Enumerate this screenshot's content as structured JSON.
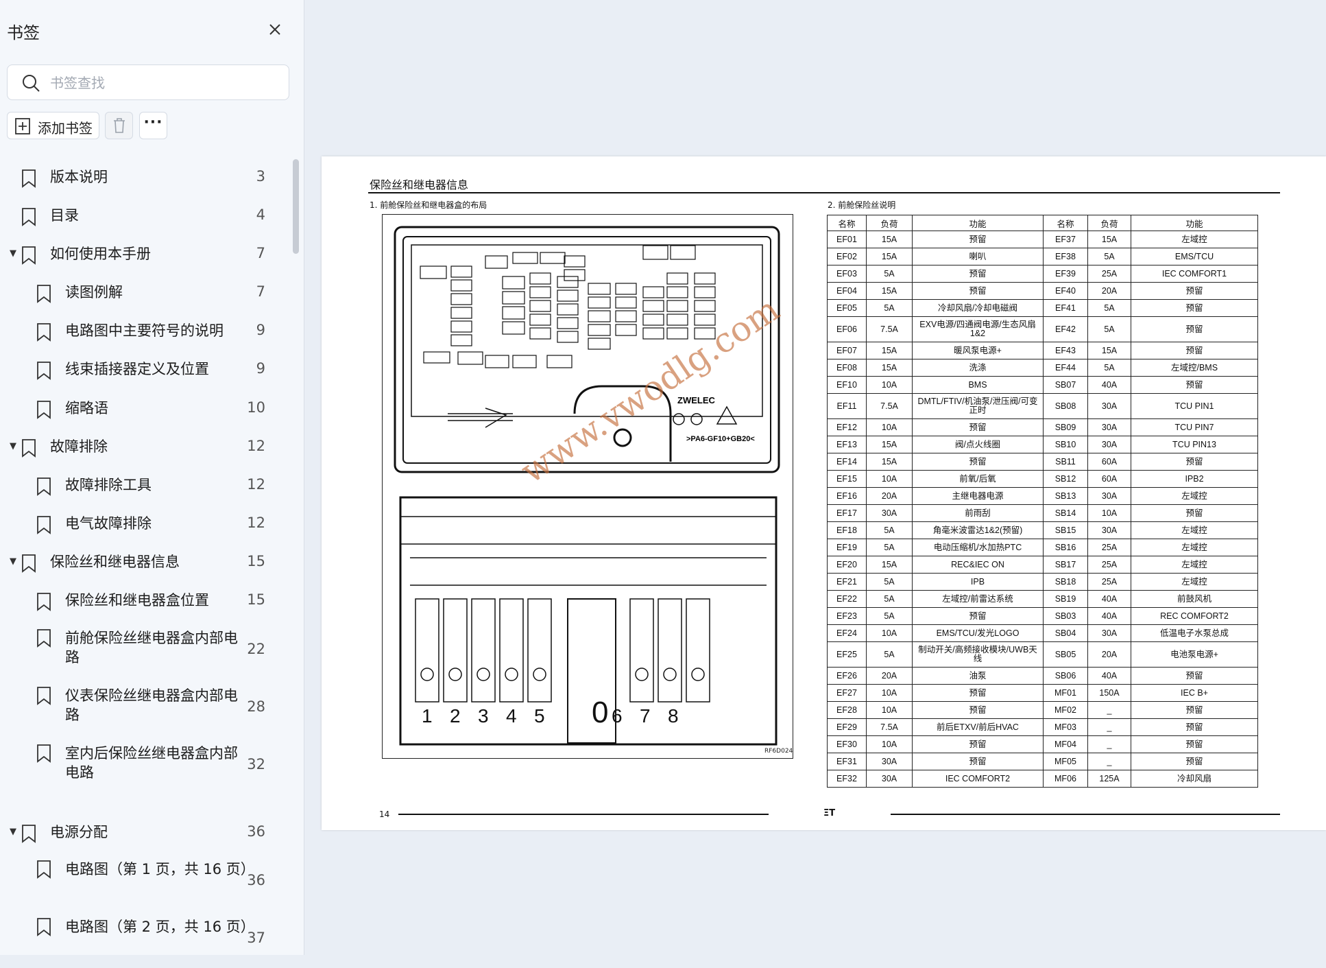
{
  "sidebar": {
    "title": "书签",
    "search_placeholder": "书签查找",
    "add_label": "添加书签",
    "more_label": "···",
    "items": [
      {
        "label": "版本说明",
        "page": "3",
        "level": 0,
        "expanded": null
      },
      {
        "label": "目录",
        "page": "4",
        "level": 0,
        "expanded": null
      },
      {
        "label": "如何使用本手册",
        "page": "7",
        "level": 0,
        "expanded": true
      },
      {
        "label": "读图例解",
        "page": "7",
        "level": 1,
        "expanded": null
      },
      {
        "label": "电路图中主要符号的说明",
        "page": "9",
        "level": 1,
        "expanded": null
      },
      {
        "label": "线束插接器定义及位置",
        "page": "9",
        "level": 1,
        "expanded": null
      },
      {
        "label": "缩略语",
        "page": "10",
        "level": 1,
        "expanded": null
      },
      {
        "label": "故障排除",
        "page": "12",
        "level": 0,
        "expanded": true
      },
      {
        "label": "故障排除工具",
        "page": "12",
        "level": 1,
        "expanded": null
      },
      {
        "label": "电气故障排除",
        "page": "12",
        "level": 1,
        "expanded": null
      },
      {
        "label": "保险丝和继电器信息",
        "page": "15",
        "level": 0,
        "expanded": true
      },
      {
        "label": "保险丝和继电器盒位置",
        "page": "15",
        "level": 1,
        "expanded": null
      },
      {
        "label": "前舱保险丝继电器盒内部电路",
        "page": "22",
        "level": 1,
        "expanded": null
      },
      {
        "label": "仪表保险丝继电器盒内部电路",
        "page": "28",
        "level": 1,
        "expanded": null
      },
      {
        "label": "室内后保险丝继电器盒内部电路",
        "page": "32",
        "level": 1,
        "expanded": null
      },
      {
        "label": "电源分配",
        "page": "36",
        "level": 0,
        "expanded": true
      },
      {
        "label": "电路图（第 1 页，共 16 页）",
        "page": "36",
        "level": 1,
        "expanded": null
      },
      {
        "label": "电路图（第 2 页，共 16 页）",
        "page": "37",
        "level": 1,
        "expanded": null
      }
    ]
  },
  "document": {
    "title": "保险丝和继电器信息",
    "section1": "1.   前舱保险丝和继电器盒的布局",
    "section2": "2.   前舱保险丝说明",
    "figure_code": "RF6D024",
    "watermark": "www.vwodlg.com",
    "page_number": "14",
    "footer_logo": "ΞΤ",
    "figure": {
      "brand": "ZWELEC",
      "material": ">PA6-GF10+GB20<",
      "bottom_numbers": [
        "1",
        "2",
        "3",
        "4",
        "5",
        "0",
        "6",
        "7",
        "8"
      ]
    },
    "table": {
      "headers": [
        "名称",
        "负荷",
        "功能",
        "名称",
        "负荷",
        "功能"
      ],
      "rows": [
        [
          "EF01",
          "15A",
          "预留",
          "EF37",
          "15A",
          "左域控"
        ],
        [
          "EF02",
          "15A",
          "喇叭",
          "EF38",
          "5A",
          "EMS/TCU"
        ],
        [
          "EF03",
          "5A",
          "预留",
          "EF39",
          "25A",
          "IEC COMFORT1"
        ],
        [
          "EF04",
          "15A",
          "预留",
          "EF40",
          "20A",
          "预留"
        ],
        [
          "EF05",
          "5A",
          "冷却风扇/冷却电磁阀",
          "EF41",
          "5A",
          "预留"
        ],
        [
          "EF06",
          "7.5A",
          "EXV电源/四通阀电源/生态风扇1&2",
          "EF42",
          "5A",
          "预留"
        ],
        [
          "EF07",
          "15A",
          "暖风泵电源+",
          "EF43",
          "15A",
          "预留"
        ],
        [
          "EF08",
          "15A",
          "洗涤",
          "EF44",
          "5A",
          "左域控/BMS"
        ],
        [
          "EF10",
          "10A",
          "BMS",
          "SB07",
          "40A",
          "预留"
        ],
        [
          "EF11",
          "7.5A",
          "DMTL/FTIV/机油泵/泄压阀/可变正时",
          "SB08",
          "30A",
          "TCU PIN1"
        ],
        [
          "EF12",
          "10A",
          "预留",
          "SB09",
          "30A",
          "TCU PIN7"
        ],
        [
          "EF13",
          "15A",
          "阀/点火线圈",
          "SB10",
          "30A",
          "TCU PIN13"
        ],
        [
          "EF14",
          "15A",
          "预留",
          "SB11",
          "60A",
          "预留"
        ],
        [
          "EF15",
          "10A",
          "前氧/后氧",
          "SB12",
          "60A",
          "IPB2"
        ],
        [
          "EF16",
          "20A",
          "主继电器电源",
          "SB13",
          "30A",
          "左域控"
        ],
        [
          "EF17",
          "30A",
          "前雨刮",
          "SB14",
          "10A",
          "预留"
        ],
        [
          "EF18",
          "5A",
          "角毫米波雷达1&2(预留)",
          "SB15",
          "30A",
          "左域控"
        ],
        [
          "EF19",
          "5A",
          "电动压缩机/水加热PTC",
          "SB16",
          "25A",
          "左域控"
        ],
        [
          "EF20",
          "15A",
          "REC&IEC ON",
          "SB17",
          "25A",
          "左域控"
        ],
        [
          "EF21",
          "5A",
          "IPB",
          "SB18",
          "25A",
          "左域控"
        ],
        [
          "EF22",
          "5A",
          "左域控/前雷达系统",
          "SB19",
          "40A",
          "前鼓风机"
        ],
        [
          "EF23",
          "5A",
          "预留",
          "SB03",
          "40A",
          "REC COMFORT2"
        ],
        [
          "EF24",
          "10A",
          "EMS/TCU/发光LOGO",
          "SB04",
          "30A",
          "低温电子水泵总成"
        ],
        [
          "EF25",
          "5A",
          "制动开关/高频接收模块/UWB天线",
          "SB05",
          "20A",
          "电池泵电源+"
        ],
        [
          "EF26",
          "20A",
          "油泵",
          "SB06",
          "40A",
          "预留"
        ],
        [
          "EF27",
          "10A",
          "预留",
          "MF01",
          "150A",
          "IEC B+"
        ],
        [
          "EF28",
          "10A",
          "预留",
          "MF02",
          "_",
          "预留"
        ],
        [
          "EF29",
          "7.5A",
          "前后ETXV/前后HVAC",
          "MF03",
          "_",
          "预留"
        ],
        [
          "EF30",
          "10A",
          "预留",
          "MF04",
          "_",
          "预留"
        ],
        [
          "EF31",
          "30A",
          "预留",
          "MF05",
          "_",
          "预留"
        ],
        [
          "EF32",
          "30A",
          "IEC COMFORT2",
          "MF06",
          "125A",
          "冷却风扇"
        ]
      ]
    }
  }
}
